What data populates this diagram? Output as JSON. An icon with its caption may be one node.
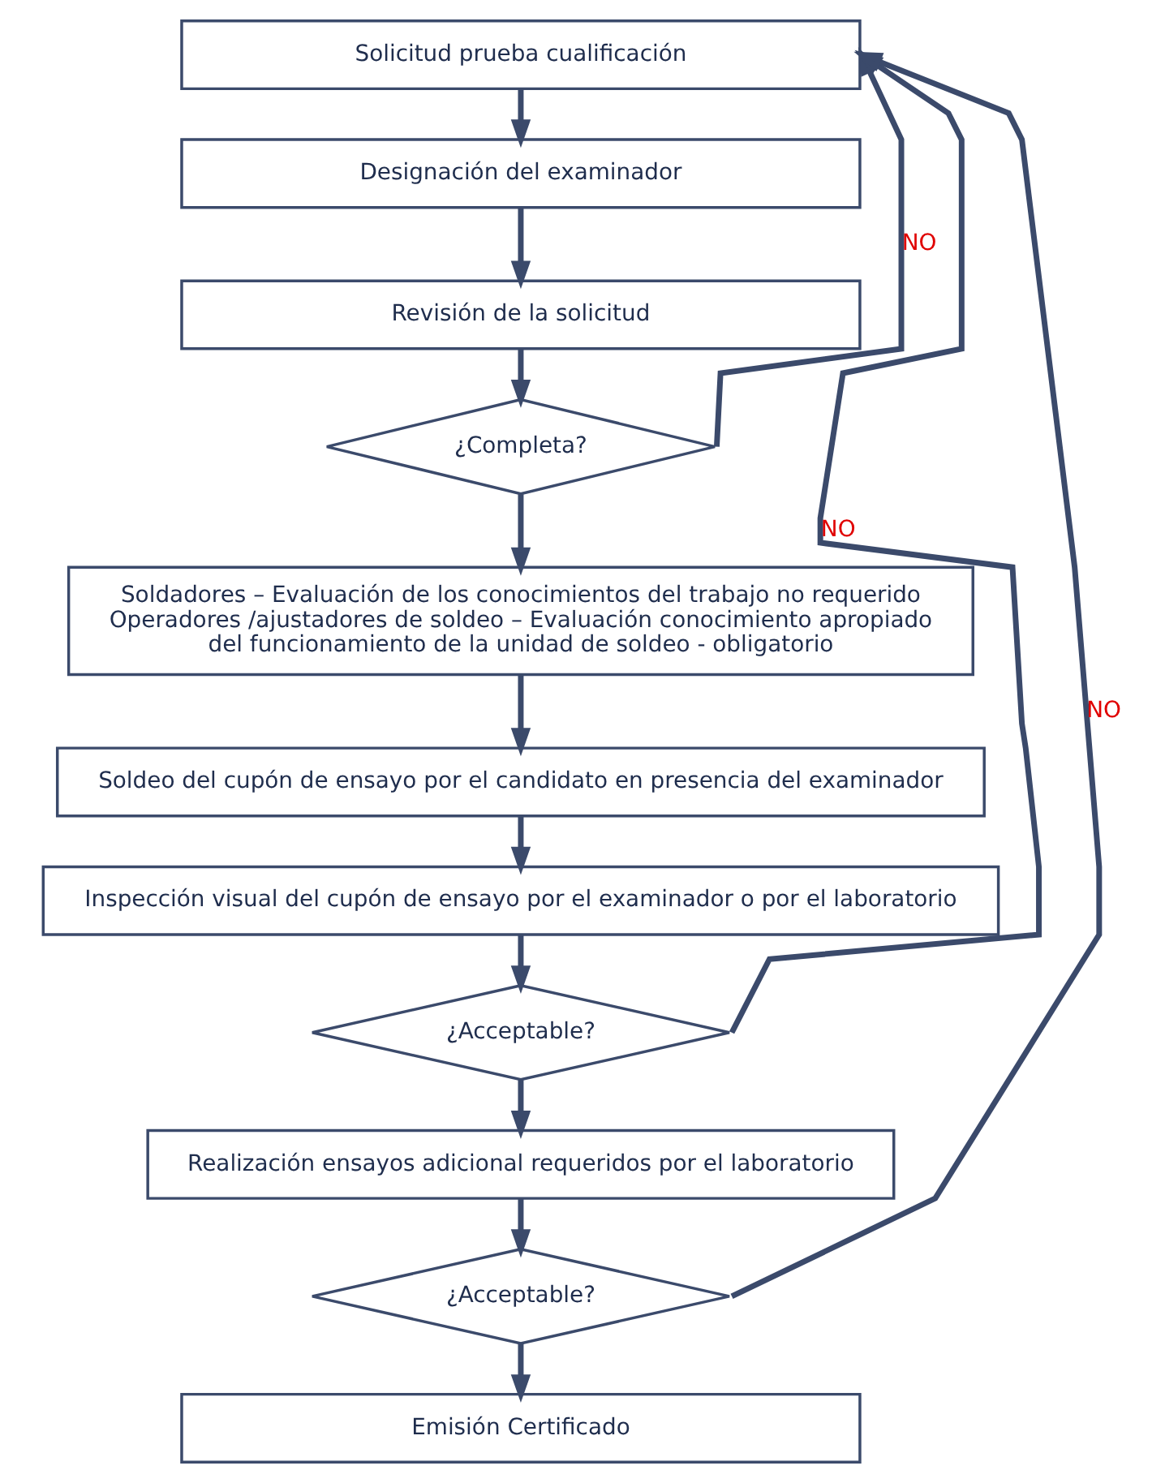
{
  "diagram": {
    "nodes": [
      {
        "text": [
          "Solicitud prueba cualificación"
        ]
      },
      {
        "text": [
          "Designación del examinador"
        ]
      },
      {
        "text": [
          "Revisión de la solicitud"
        ]
      },
      {
        "text": [
          "¿Completa?"
        ]
      },
      {
        "text": [
          "Soldadores – Evaluación de los conocimientos del trabajo no requerido Operadores /ajustadores de soldeo – Evaluación conocimiento apropiado del funcionamiento de la unidad de soldeo - obligatorio"
        ]
      },
      {
        "text": [
          "Soldeo del cupón de ensayo por el candidato en presencia del examinador"
        ]
      },
      {
        "text": [
          "Inspección visual del cupón de ensayo por el examinador o por el laboratorio"
        ]
      },
      {
        "text": [
          "¿Acceptable?"
        ]
      },
      {
        "text": [
          "Realización ensayos adicional requeridos por el laboratorio"
        ]
      },
      {
        "text": [
          "¿Acceptable?"
        ]
      },
      {
        "text": [
          "Emisión Certificado"
        ]
      }
    ],
    "edges": [
      {
        "from": 0,
        "to": 1,
        "arrow": "to"
      },
      {
        "from": 1,
        "to": 2,
        "arrow": "to"
      },
      {
        "from": 2,
        "to": 3,
        "arrow": "to"
      },
      {
        "from": 3,
        "to": 4,
        "arrow": "to"
      },
      {
        "from": 4,
        "to": 5,
        "arrow": "to"
      },
      {
        "from": 5,
        "to": 6,
        "arrow": "to"
      },
      {
        "from": 6,
        "to": 7,
        "arrow": "to"
      },
      {
        "from": 7,
        "to": 8,
        "arrow": "to"
      },
      {
        "from": 8,
        "to": 9,
        "arrow": "to"
      },
      {
        "from": 9,
        "to": 10,
        "arrow": "to"
      },
      {
        "from": 3,
        "to": 0,
        "arrow": "to",
        "label": "NO"
      },
      {
        "from": 7,
        "to": 0,
        "arrow": "to",
        "label": "NO"
      },
      {
        "from": 9,
        "to": 0,
        "arrow": "to",
        "label": "NO"
      }
    ]
  }
}
